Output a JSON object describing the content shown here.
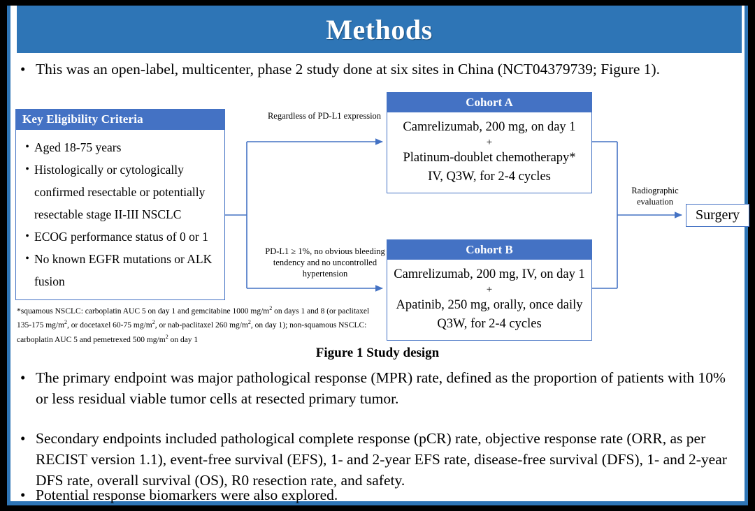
{
  "slide": {
    "title": "Methods",
    "accent_title_color": "#2E75B6",
    "accent_box_color": "#4472C4"
  },
  "intro_bullet": {
    "marker": "•",
    "text": "This was an open-label, multicenter, phase 2 study done at six sites in China (NCT04379739; Figure 1)."
  },
  "figure": {
    "caption": "Figure 1 Study design",
    "eligibility": {
      "header": "Key  Eligibility Criteria",
      "marker": "•",
      "items": [
        "Aged 18-75 years",
        "Histologically or cytologically confirmed resectable or potentially resectable stage II-III NSCLC",
        "ECOG performance status of 0 or 1",
        "No known EGFR mutations or ALK fusion"
      ]
    },
    "footnote": {
      "part1": "*squamous NSCLC: carboplatin AUC 5 on day 1 and gemcitabine 1000 mg/m",
      "sup1": "2",
      "part2": " on days 1 and 8 (or paclitaxel 135-175 mg/m",
      "sup2": "2",
      "part3": ", or docetaxel 60-75 mg/m",
      "sup3": "2",
      "part4": ", or nab-paclitaxel 260 mg/m",
      "sup4": "2",
      "part5": ", on day 1); non-squamous NSCLC: carboplatin AUC 5 and pemetrexed 500 mg/m",
      "sup5": "2",
      "part6": " on day 1"
    },
    "branch_labels": {
      "top": "Regardless of PD-L1 expression",
      "bottom": "PD-L1 ≥ 1%, no obvious bleeding tendency and no uncontrolled hypertension",
      "right": "Radiographic evaluation"
    },
    "cohort_a": {
      "header": "Cohort A",
      "line1": "Camrelizumab, 200 mg, on day 1",
      "plus": "+",
      "line2": "Platinum-doublet chemotherapy*",
      "line3": "IV, Q3W, for 2-4 cycles"
    },
    "cohort_b": {
      "header": "Cohort B",
      "line1": "Camrelizumab, 200 mg, IV, on day 1",
      "plus": "+",
      "line2": "Apatinib, 250 mg, orally, once daily",
      "line3": "Q3W, for 2-4 cycles"
    },
    "outcome": {
      "label": "Surgery"
    }
  },
  "body_bullets": [
    {
      "marker": "•",
      "text": "The primary endpoint was major pathological response (MPR) rate, defined as the proportion of patients with 10% or less residual viable tumor cells at resected primary tumor."
    },
    {
      "marker": "•",
      "text": "Secondary endpoints included pathological complete response (pCR) rate, objective response rate (ORR, as per RECIST version 1.1), event-free survival (EFS), 1- and 2-year EFS rate, disease-free survival (DFS), 1- and 2-year DFS rate, overall survival (OS), R0 resection rate, and safety."
    },
    {
      "marker": "•",
      "text": "Potential response biomarkers were also explored."
    }
  ]
}
